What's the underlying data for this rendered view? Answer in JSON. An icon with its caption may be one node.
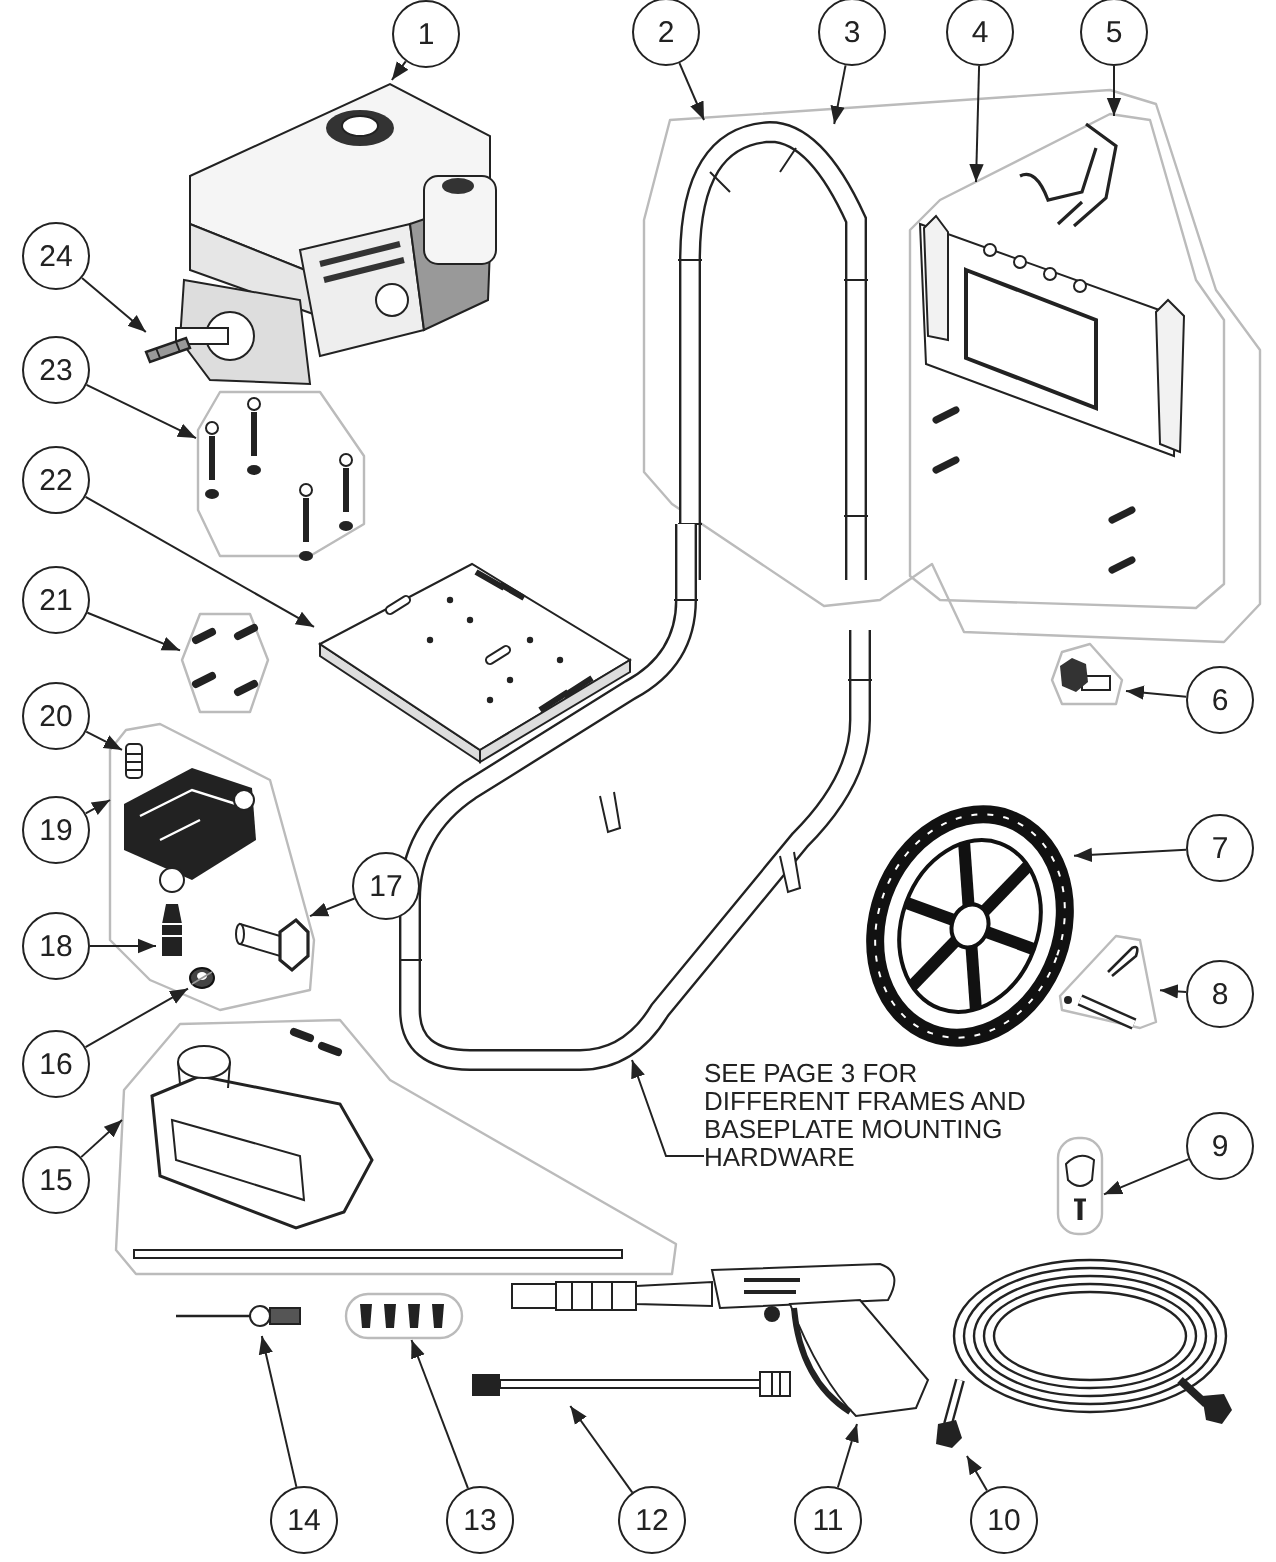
{
  "diagram": {
    "nodes": [
      {
        "text": [
          "1"
        ]
      },
      {
        "text": [
          "2"
        ]
      },
      {
        "text": [
          "3"
        ]
      },
      {
        "text": [
          "4"
        ]
      },
      {
        "text": [
          "5"
        ]
      },
      {
        "text": [
          "6"
        ]
      },
      {
        "text": [
          "7"
        ]
      },
      {
        "text": [
          "8"
        ]
      },
      {
        "text": [
          "9"
        ]
      },
      {
        "text": [
          "10"
        ]
      },
      {
        "text": [
          "11"
        ]
      },
      {
        "text": [
          "12"
        ]
      },
      {
        "text": [
          "13"
        ]
      },
      {
        "text": [
          "14"
        ]
      },
      {
        "text": [
          "15"
        ]
      },
      {
        "text": [
          "16"
        ]
      },
      {
        "text": [
          "17"
        ]
      },
      {
        "text": [
          "18"
        ]
      },
      {
        "text": [
          "19"
        ]
      },
      {
        "text": [
          "20"
        ]
      },
      {
        "text": [
          "21"
        ]
      },
      {
        "text": [
          "22"
        ]
      },
      {
        "text": [
          "23"
        ]
      },
      {
        "text": [
          "24"
        ]
      },
      {
        "text": [
          "SEE PAGE 3 FOR DIFFERENT FRAMES AND BASEPLATE MOUNTING HARDWARE"
        ]
      },
      {
        "text": [],
        "shape": "box"
      },
      {
        "text": [],
        "shape": "picture",
        "in": 25
      },
      {
        "text": [],
        "shape": "box",
        "in": 25
      },
      {
        "text": [],
        "shape": "picture",
        "in": 27
      },
      {
        "text": [],
        "shape": "picture"
      },
      {
        "text": [],
        "shape": "picture"
      },
      {
        "text": [],
        "shape": "picture"
      },
      {
        "text": [],
        "shape": "picture"
      },
      {
        "text": [],
        "shape": "picture"
      },
      {
        "text": [],
        "shape": "box"
      },
      {
        "text": [],
        "shape": "picture",
        "in": 34
      },
      {
        "text": [],
        "shape": "picture",
        "in": 34
      },
      {
        "text": [],
        "shape": "picture",
        "in": 34
      },
      {
        "text": [],
        "shape": "picture",
        "in": 34
      },
      {
        "text": [],
        "shape": "box"
      },
      {
        "text": [],
        "shape": "picture"
      },
      {
        "text": [],
        "shape": "picture"
      },
      {
        "text": [],
        "shape": "picture"
      },
      {
        "text": [],
        "shape": "picture"
      },
      {
        "text": [],
        "shape": "picture"
      },
      {
        "text": [],
        "shape": "picture"
      },
      {
        "text": [],
        "shape": "picture"
      },
      {
        "text": [],
        "shape": "picture"
      },
      {
        "text": [],
        "shape": "picture"
      },
      {
        "text": [],
        "shape": "picture"
      }
    ],
    "edges": [
      {
        "from": 0,
        "to": 29,
        "arrow": "to"
      },
      {
        "from": 1,
        "to": 25,
        "arrow": "to"
      },
      {
        "from": 2,
        "to": 26,
        "arrow": "to"
      },
      {
        "from": 3,
        "to": 27,
        "arrow": "to"
      },
      {
        "from": 4,
        "to": 28,
        "arrow": "to"
      },
      {
        "from": 23,
        "to": 30,
        "arrow": "to"
      },
      {
        "from": 22,
        "to": 31,
        "arrow": "to"
      },
      {
        "from": 21,
        "to": 32,
        "arrow": "to"
      },
      {
        "from": 20,
        "to": 33,
        "arrow": "to"
      },
      {
        "from": 19,
        "to": 35,
        "arrow": "to"
      },
      {
        "from": 18,
        "to": 34,
        "arrow": "to"
      },
      {
        "from": 17,
        "to": 36,
        "arrow": "to"
      },
      {
        "from": 16,
        "to": 38,
        "arrow": "to"
      },
      {
        "from": 15,
        "to": 37,
        "arrow": "to"
      },
      {
        "from": 14,
        "to": 39,
        "arrow": "to"
      },
      {
        "from": 5,
        "to": 40,
        "arrow": "to"
      },
      {
        "from": 6,
        "to": 41,
        "arrow": "to"
      },
      {
        "from": 7,
        "to": 42,
        "arrow": "to"
      },
      {
        "from": 8,
        "to": 43,
        "arrow": "to"
      },
      {
        "from": 9,
        "to": 44,
        "arrow": "to"
      },
      {
        "from": 10,
        "to": 45,
        "arrow": "to"
      },
      {
        "from": 11,
        "to": 46,
        "arrow": "to"
      },
      {
        "from": 12,
        "to": 47,
        "arrow": "to"
      },
      {
        "from": 13,
        "to": 48,
        "arrow": "to"
      },
      {
        "from": 24,
        "to": 49,
        "arrow": "to"
      }
    ]
  }
}
